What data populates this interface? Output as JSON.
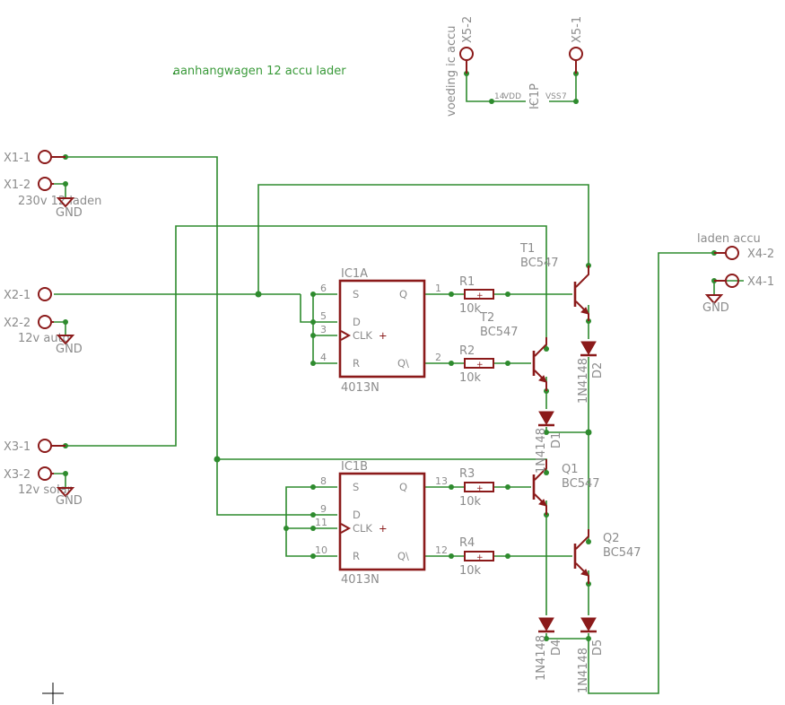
{
  "title": "aanhangwagen 12 accu lader",
  "connectors": {
    "x1_1": "X1-1",
    "x1_2": "X1-2",
    "x1_label": "230v 12 laden",
    "x2_1": "X2-1",
    "x2_2": "X2-2",
    "x2_label": "12v auto",
    "x3_1": "X3-1",
    "x3_2": "X3-2",
    "x3_label": "12v solar",
    "x4_1": "X4-1",
    "x4_2": "X4-2",
    "x4_label": "laden accu",
    "x5_1": "X5-1",
    "x5_2": "X5-2",
    "x5_label": "voeding ic accu",
    "gnd": "GND"
  },
  "ic1p": {
    "name": "IC1P",
    "vdd": "VDD",
    "vss": "VSS",
    "pin_vdd": "14",
    "pin_vss": "7"
  },
  "ic1a": {
    "name": "IC1A",
    "value": "4013N",
    "pin_s": "S",
    "pin_d": "D",
    "pin_clk": "CLK",
    "pin_r": "R",
    "pin_q": "Q",
    "pin_qn": "Q\\",
    "num_s": "6",
    "num_d": "5",
    "num_clk": "3",
    "num_r": "4",
    "num_q": "1",
    "num_qn": "2"
  },
  "ic1b": {
    "name": "IC1B",
    "value": "4013N",
    "pin_s": "S",
    "pin_d": "D",
    "pin_clk": "CLK",
    "pin_r": "R",
    "pin_q": "Q",
    "pin_qn": "Q\\",
    "num_s": "8",
    "num_d": "9",
    "num_clk": "11",
    "num_r": "10",
    "num_q": "13",
    "num_qn": "12"
  },
  "resistors": [
    {
      "name": "R1",
      "value": "10k"
    },
    {
      "name": "R2",
      "value": "10k"
    },
    {
      "name": "R3",
      "value": "10k"
    },
    {
      "name": "R4",
      "value": "10k"
    }
  ],
  "transistors": [
    {
      "name": "T1",
      "value": "BC547"
    },
    {
      "name": "T2",
      "value": "BC547"
    },
    {
      "name": "Q1",
      "value": "BC547"
    },
    {
      "name": "Q2",
      "value": "BC547"
    }
  ],
  "diodes": [
    {
      "name": "D1",
      "value": "1N4148"
    },
    {
      "name": "D2",
      "value": "1N4148"
    },
    {
      "name": "D4",
      "value": "1N4148"
    },
    {
      "name": "D5",
      "value": "1N4148"
    }
  ],
  "colors": {
    "wire": "#2e8b2e",
    "symbol": "#8b1a1a",
    "text": "#8c8c8c",
    "title": "#3a9a3a"
  }
}
